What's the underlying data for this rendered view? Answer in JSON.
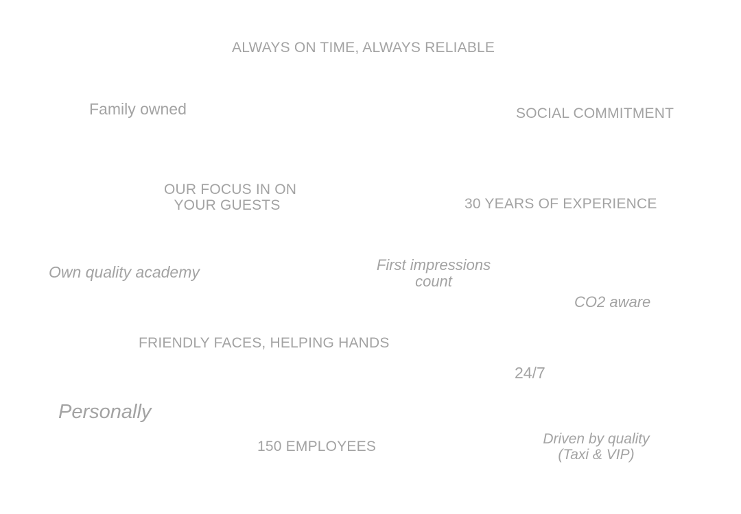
{
  "phrases": {
    "reliable": "ALWAYS ON TIME, ALWAYS RELIABLE",
    "family": "Family owned",
    "social": "SOCIAL COMMITMENT",
    "focus_line1": "OUR FOCUS IN ON",
    "focus_line2": "YOUR GUESTS",
    "years": "30 YEARS OF EXPERIENCE",
    "academy": "Own quality academy",
    "impressions_line1": "First impressions",
    "impressions_line2": "count",
    "co2": "CO2 aware",
    "friendly": "FRIENDLY FACES, HELPING HANDS",
    "hours": "24/7",
    "personally": "Personally",
    "employees": "150 EMPLOYEES",
    "driven_line1": "Driven by quality",
    "driven_line2": "(Taxi & VIP)"
  },
  "colors": {
    "text": "#a3a3a3",
    "background": "#ffffff"
  }
}
